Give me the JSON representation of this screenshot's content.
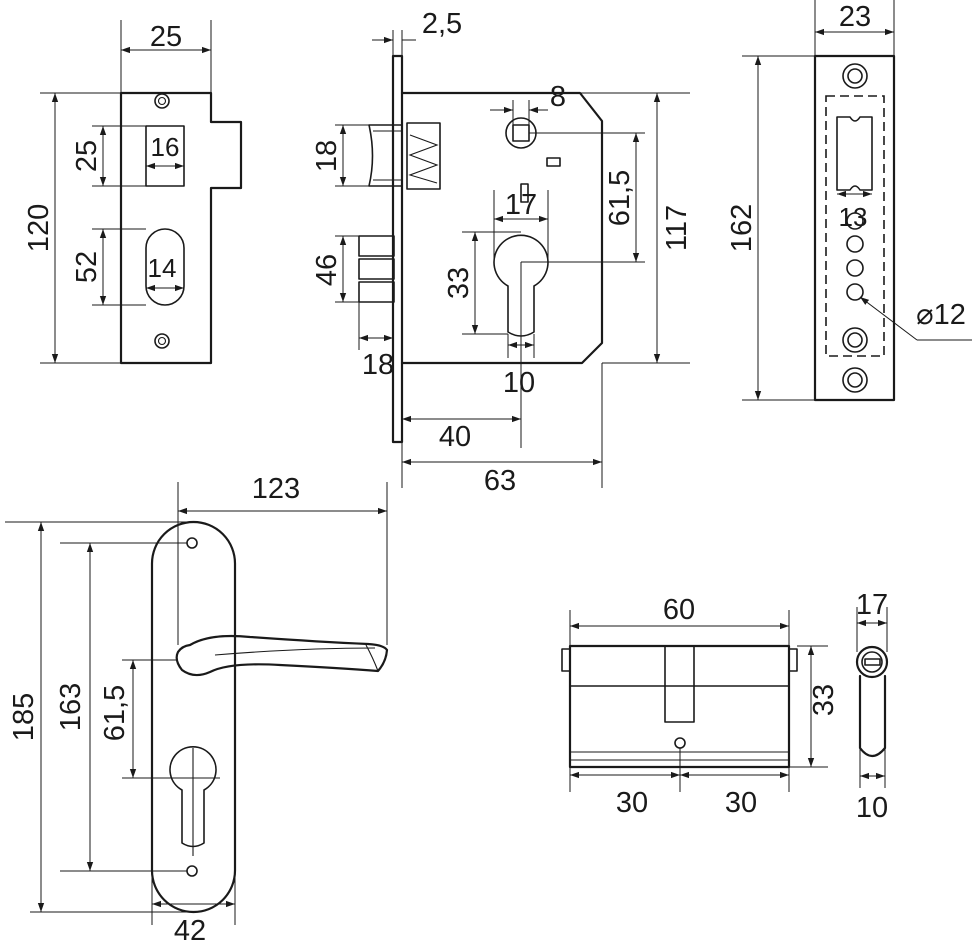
{
  "dimensions": {
    "strike_width": "25",
    "strike_height": "120",
    "strike_upper_window_offset": "25",
    "strike_upper_window_width": "16",
    "strike_lower_window_height": "52",
    "strike_lower_window_width": "14",
    "lock_plate_thickness": "2,5",
    "lock_latch_height": "18",
    "lock_deadbolt_height": "46",
    "lock_deadbolt_projection": "18",
    "lock_spindle_size": "8",
    "lock_cylinder_width": "17",
    "lock_cylinder_height": "33",
    "lock_cylinder_slot": "10",
    "lock_spindle_to_cylinder": "61,5",
    "lock_case_height": "117",
    "lock_backset": "40",
    "lock_case_depth": "63",
    "faceplate_width": "23",
    "faceplate_height": "162",
    "faceplate_slot_width": "13",
    "faceplate_hole_diameter": "⌀12",
    "handle_lever_length": "123",
    "handle_plate_height": "185",
    "handle_screw_spacing": "163",
    "handle_spindle_to_cylinder": "61,5",
    "handle_plate_width": "42",
    "cylinder_length": "60",
    "cylinder_height": "33",
    "cylinder_half_left": "30",
    "cylinder_half_right": "30",
    "cylinder_profile_width": "17",
    "cylinder_profile_neck": "10"
  }
}
